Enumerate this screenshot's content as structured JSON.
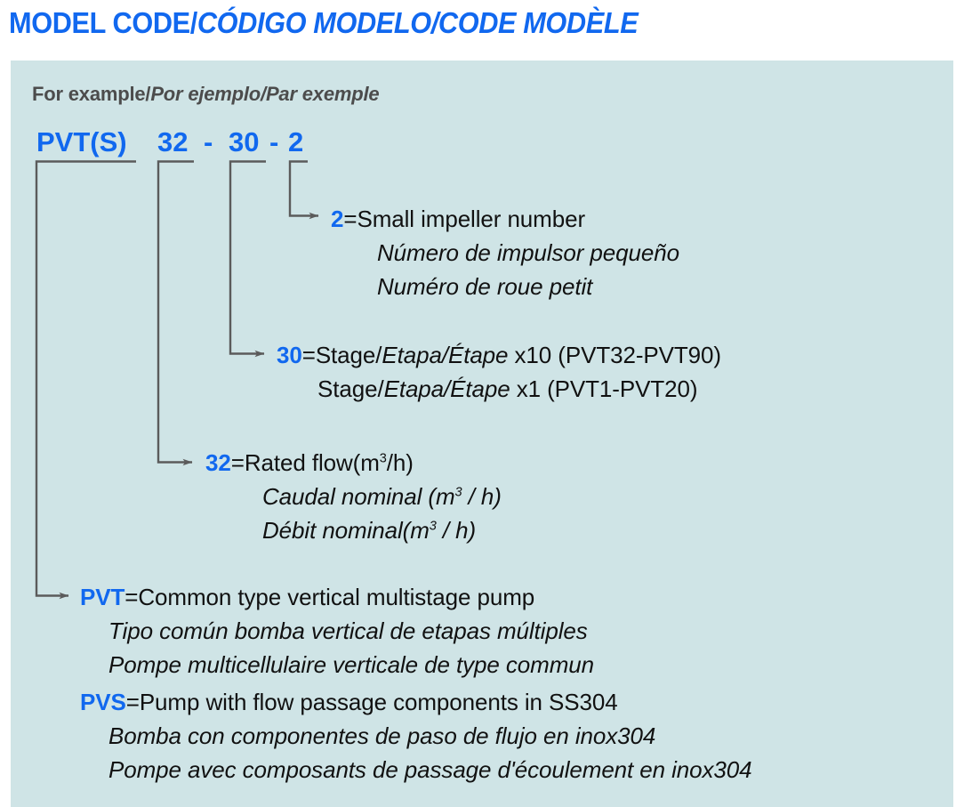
{
  "title": {
    "segment_upright": "MODEL CODE/",
    "segment_italic": "CÓDIGO MODELO/CODE MODÈLE",
    "color": "#1168ef"
  },
  "panel": {
    "background": "#cfe4e6",
    "for_example": {
      "upright": "For example/",
      "italic": "Por ejemplo/Par exemple",
      "color": "#4c4c4c"
    },
    "model_code": {
      "color": "#1168ef",
      "tokens": [
        "PVT(S)",
        "32",
        "-",
        "30",
        "-",
        "2"
      ]
    },
    "key_color": "#1168ef",
    "text_color": "#111111",
    "connector_color": "#5b5b5b",
    "blocks": [
      {
        "id": "impeller",
        "key": "2",
        "lines": [
          {
            "style": "mixed",
            "text": "=Small impeller number"
          },
          {
            "style": "italic",
            "text": "Número de impulsor pequeño"
          },
          {
            "style": "italic",
            "text": "Numéro de roue petit"
          }
        ]
      },
      {
        "id": "stage",
        "key": "30",
        "lines": [
          {
            "style": "mixed",
            "text": "=Stage/Etapa/Étape x10 (PVT32-PVT90)"
          },
          {
            "style": "mixed",
            "text": "Stage/Etapa/Étape x1 (PVT1-PVT20)"
          }
        ]
      },
      {
        "id": "rated-flow",
        "key": "32",
        "lines": [
          {
            "style": "mixed",
            "text": "=Rated flow(m3/h)"
          },
          {
            "style": "italic",
            "text": "Caudal nominal (m3 / h)"
          },
          {
            "style": "italic",
            "text": "Débit nominal(m3 / h)"
          }
        ]
      },
      {
        "id": "pvt",
        "key": "PVT",
        "lines": [
          {
            "style": "mixed",
            "text": "=Common type vertical multistage pump"
          },
          {
            "style": "italic",
            "text": "Tipo común bomba vertical  de etapas múltiples"
          },
          {
            "style": "italic",
            "text": "Pompe multicellulaire verticale de type commun"
          }
        ]
      },
      {
        "id": "pvs",
        "key": "PVS",
        "lines": [
          {
            "style": "mixed",
            "text": "=Pump with flow passage components in SS304"
          },
          {
            "style": "italic",
            "text": "Bomba con componentes de paso de flujo en inox304"
          },
          {
            "style": "italic",
            "text": "Pompe avec composants de passage d'écoulement en inox304"
          }
        ]
      }
    ],
    "block_text": {
      "impeller": {
        "key": "2",
        "l1_eq": "=Small impeller number",
        "l2": "Número de impulsor pequeño",
        "l3": "Numéro de roue petit"
      },
      "stage": {
        "key": "30",
        "l1_a": "=Stage/",
        "l1_b": "Etapa/Étape",
        "l1_c": " x10 (PVT32-PVT90)",
        "l2_a": "Stage/",
        "l2_b": "Etapa/Étape",
        "l2_c": " x1 (PVT1-PVT20)"
      },
      "flow": {
        "key": "32",
        "l1_a": "=Rated flow(m",
        "l1_sup": "3",
        "l1_b": "/h)",
        "l2_a": "Caudal nominal (m",
        "l2_sup": "3",
        "l2_b": " / h)",
        "l3_a": "Débit nominal(m",
        "l3_sup": "3",
        "l3_b": " / h)"
      },
      "pvt": {
        "key": "PVT",
        "l1": "=Common type vertical multistage pump",
        "l2": "Tipo común bomba vertical  de etapas múltiples",
        "l3": "Pompe multicellulaire verticale de type commun"
      },
      "pvs": {
        "key": "PVS",
        "l1": "=Pump with flow passage components in SS304",
        "l2": "Bomba con componentes de paso de flujo en inox304",
        "l3": "Pompe avec composants de passage d'écoulement en inox304"
      }
    }
  }
}
